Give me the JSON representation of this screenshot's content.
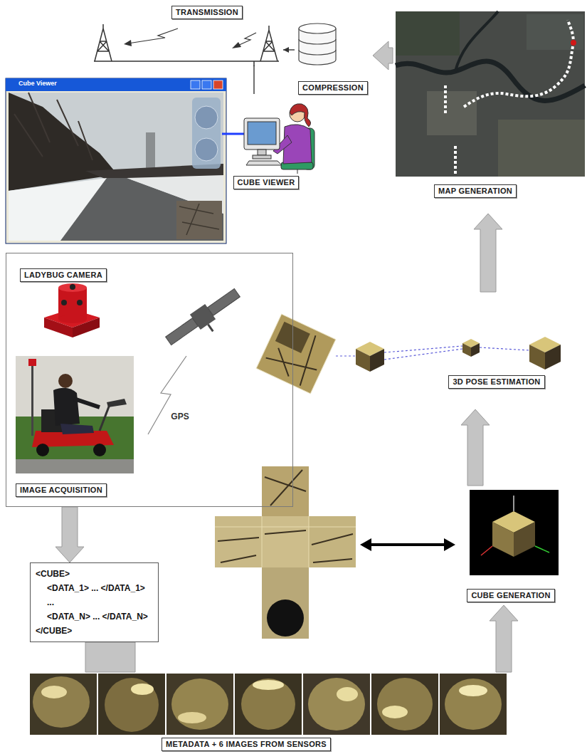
{
  "diagram": {
    "nodes": [
      {
        "text": [
          "TRANSMISSION"
        ]
      },
      {
        "text": [
          "COMPRESSION"
        ]
      },
      {
        "text": [
          "MAP GENERATION"
        ]
      },
      {
        "text": [
          "CUBE VIEWER"
        ]
      },
      {
        "text": [
          "GPS"
        ]
      },
      {
        "text": [
          "LADYBUG CAMERA"
        ],
        "in": 4
      },
      {
        "text": [
          "IMAGE ACQUISITION"
        ],
        "in": 4
      },
      {
        "text": [
          "3D POSE ESTIMATION"
        ]
      },
      {
        "text": [
          "CUBE GENERATION"
        ]
      },
      {
        "text": [
          "<CUBE>",
          "<DATA_1> ... </DATA_1>",
          "...",
          "<DATA_N> ... </DATA_N>",
          "</CUBE>"
        ]
      },
      {
        "text": [
          "METADATA + 6 IMAGES FROM SENSORS"
        ]
      }
    ],
    "edges": [
      {
        "from": 1,
        "to": 0,
        "arrow": "to"
      },
      {
        "from": 0,
        "to": 3,
        "arrow": "none"
      },
      {
        "from": 2,
        "to": 1,
        "arrow": "to"
      },
      {
        "from": 7,
        "to": 2,
        "arrow": "to"
      },
      {
        "from": 8,
        "to": 7,
        "arrow": "to"
      },
      {
        "from": 10,
        "to": 8,
        "arrow": "to"
      },
      {
        "from": 4,
        "to": 9,
        "arrow": "to"
      },
      {
        "from": 9,
        "to": 10,
        "arrow": "none"
      }
    ],
    "labels": [
      "Cube Viewer"
    ]
  }
}
